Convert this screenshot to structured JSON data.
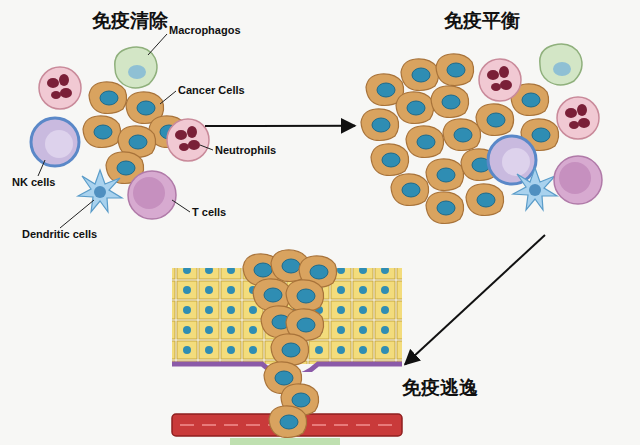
{
  "diagram": {
    "nodes": [
      {
        "text": [
          "免疫清除"
        ]
      },
      {
        "text": [
          "免疫平衡"
        ]
      },
      {
        "text": [
          "免疫逃逸"
        ]
      }
    ],
    "edges": [
      {
        "from": 0,
        "to": 1,
        "arrow": "to"
      },
      {
        "from": 1,
        "to": 2,
        "arrow": "to"
      }
    ],
    "labels": [
      "Macrophagos",
      "Cancer Cells",
      "Neutrophils",
      "NK cells",
      "Dendritic cells",
      "T cells"
    ]
  }
}
